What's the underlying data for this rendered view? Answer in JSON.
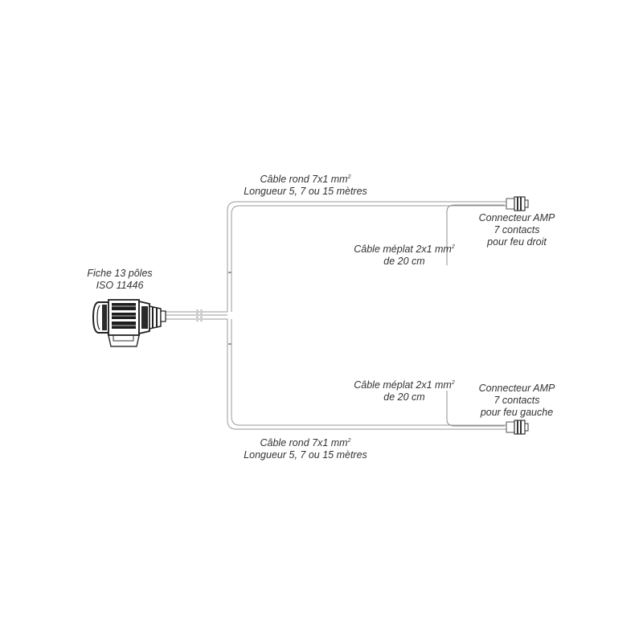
{
  "plug": {
    "line1": "Fiche 13 pôles",
    "line2": "ISO 11446"
  },
  "top_cable": {
    "line1": "Câble rond 7x1 mm",
    "line1_sup": "2",
    "line2": "Longueur 5, 7 ou 15 mètres"
  },
  "bottom_cable": {
    "line1": "Câble rond 7x1 mm",
    "line1_sup": "2",
    "line2": "Longueur 5, 7 ou 15 mètres"
  },
  "right_flat": {
    "line1": "Câble méplat 2x1 mm",
    "line1_sup": "2",
    "line2": "de 20 cm"
  },
  "left_flat": {
    "line1": "Câble méplat 2x1 mm",
    "line1_sup": "2",
    "line2": "de 20 cm"
  },
  "right_connector": {
    "line1": "Connecteur AMP",
    "line2": "7 contacts",
    "line3": "pour feu droit"
  },
  "left_connector": {
    "line1": "Connecteur AMP",
    "line2": "7 contacts",
    "line3": "pour feu gauche"
  }
}
